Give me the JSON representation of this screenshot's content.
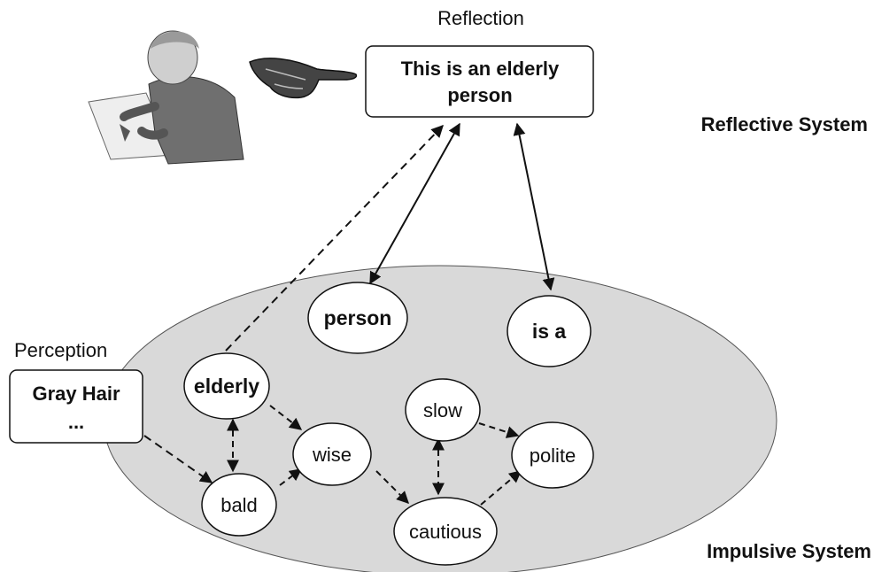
{
  "labels": {
    "reflection": "Reflection",
    "perception": "Perception",
    "reflective_system": "Reflective System",
    "impulsive_system": "Impulsive System"
  },
  "reflection_box": {
    "line1": "This is an elderly",
    "line2": "person"
  },
  "perception_box": {
    "line1": "Gray Hair",
    "line2": "..."
  },
  "nodes": {
    "person": "person",
    "is_a": "is a",
    "elderly": "elderly",
    "wise": "wise",
    "bald": "bald",
    "slow": "slow",
    "polite": "polite",
    "cautious": "cautious"
  },
  "colors": {
    "impulsive_fill": "#d9d9d9",
    "stroke": "#111111",
    "node_fill": "#ffffff"
  }
}
